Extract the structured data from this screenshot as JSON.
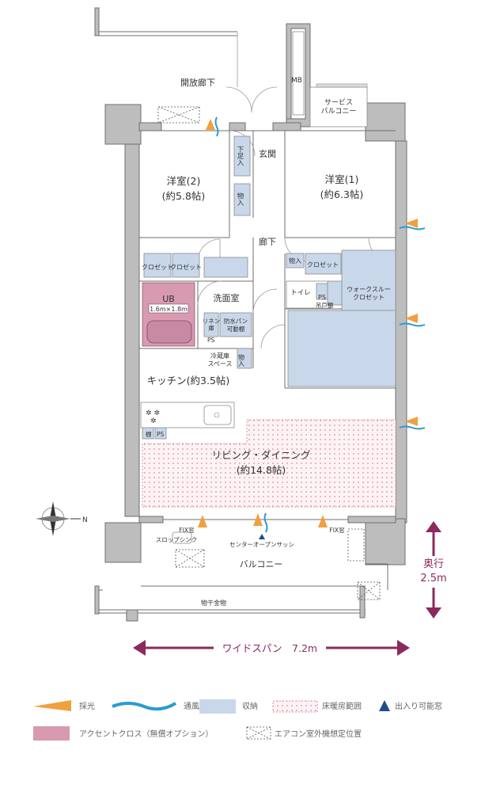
{
  "rooms": {
    "open_corridor": "開放廊下",
    "mb": "MB",
    "service_balcony": "サービス\nバルコニー",
    "entrance": "玄関",
    "shoe_storage": "下足入",
    "storage": "物入",
    "western2": "洋室(2)",
    "western2_area": "(約5.8帖)",
    "western1": "洋室(1)",
    "western1_area": "(約6.3帖)",
    "hallway": "廊下",
    "closet": "クロゼット",
    "ub": "UB",
    "ub_size": "1.6m×1.8m",
    "washroom": "洗面室",
    "linen": "リネン\n庫",
    "ps": "PS",
    "washer_pan": "防水パン\n可動棚",
    "fridge": "冷蔵庫\nスペース",
    "toilet": "トイレ",
    "hanging_shelf": "吊戸棚",
    "walkin": "ウォークスルー\nクロゼット",
    "kitchen": "キッチン(約3.5帖)",
    "shelf": "棚",
    "living": "リビング・ダイニング",
    "living_area": "(約14.8帖)",
    "fix_window": "FIX窓",
    "slop_sink": "スロップシンク",
    "center_open_sash": "センターオープンサッシ",
    "balcony": "バルコニー",
    "drying_rack": "物干金物"
  },
  "dimensions": {
    "depth_label": "奥行",
    "depth_value": "2.5m",
    "span_label": "ワイドスパン　7.2m"
  },
  "compass": {
    "north": "N"
  },
  "legend": {
    "light": "採光",
    "wind": "通風",
    "storage": "収納",
    "floor_heating": "床暖房範囲",
    "access": "出入り可能窓",
    "accent_cloth": "アクセントクロス（無償オプション）",
    "ac_unit": "エアコン室外機想定位置"
  },
  "colors": {
    "light": "#f0a040",
    "wind": "#2a9ad6",
    "storage": "#c9d7ea",
    "floor_heating": "#d07a8c",
    "access": "#1f4d8c",
    "accent": "#d79ab1",
    "dimension": "#8b2a5c"
  }
}
